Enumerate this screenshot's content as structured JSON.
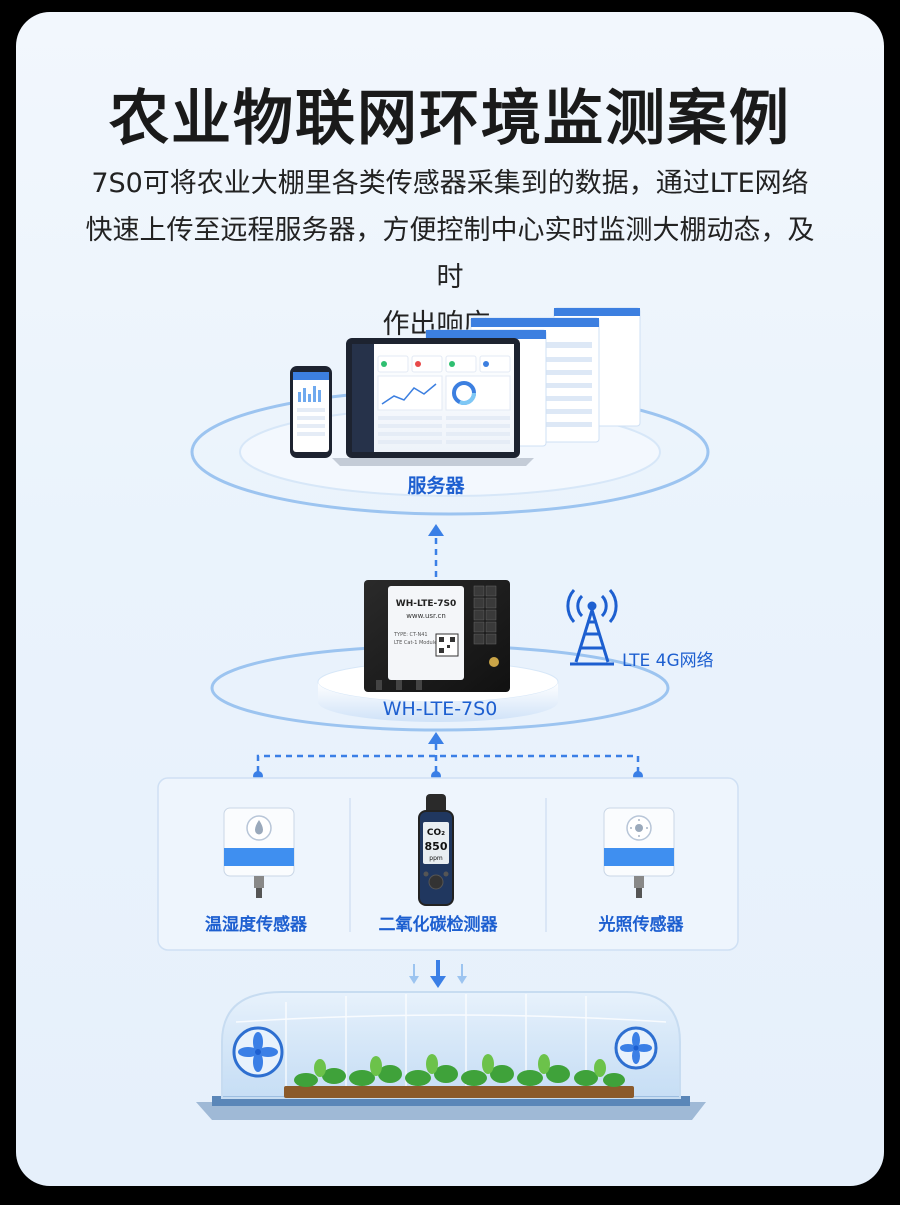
{
  "title": "农业物联网环境监测案例",
  "description": {
    "line1": "7S0可将农业大棚里各类传感器采集到的数据，通过LTE网络",
    "line2": "快速上传至远程服务器，方便控制中心实时监测大棚动态，及时",
    "line3": "作出响应。"
  },
  "server": {
    "label": "服务器"
  },
  "module": {
    "label": "WH-LTE-7S0",
    "chip_title": "WH-LTE-7S0",
    "chip_url": "www.usr.cn",
    "chip_line1": "TYPE: CT-N41",
    "chip_line2": "LTE Cat-1 Module"
  },
  "network": {
    "label": "LTE 4G网络"
  },
  "sensors": [
    {
      "label": "温湿度传感器"
    },
    {
      "label": "二氧化碳检测器",
      "screen_top": "CO₂",
      "screen_value": "850",
      "screen_unit": "ppm"
    },
    {
      "label": "光照传感器"
    }
  ],
  "colors": {
    "accent": "#1d5fd0",
    "dash": "#3a7fe6",
    "ring": "#9cc4f0"
  }
}
